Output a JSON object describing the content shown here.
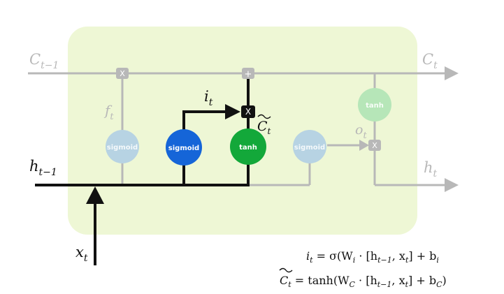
{
  "labels": {
    "c_prev": "C",
    "c_prev_sub": "t−1",
    "c_next": "C",
    "c_next_sub": "t",
    "h_prev": "h",
    "h_prev_sub": "t−1",
    "h_next": "h",
    "h_next_sub": "t",
    "x_in": "x",
    "x_in_sub": "t",
    "f_t": "f",
    "f_t_sub": "t",
    "i_t": "i",
    "i_t_sub": "t",
    "c_tilde": "C",
    "c_tilde_sub": "t",
    "o_t": "o",
    "o_t_sub": "t"
  },
  "nodes": {
    "forget_gate": "sigmoid",
    "input_gate": "sigmoid",
    "candidate": "tanh",
    "output_gate": "sigmoid",
    "output_tanh": "tanh"
  },
  "ops": {
    "forget_mult": "X",
    "cell_add": "+",
    "input_mult": "X",
    "output_mult": "X"
  },
  "equations": {
    "eq1_lhs": "i",
    "eq1_lhs_sub": "t",
    "eq1_rhs": "= σ(W",
    "eq1_w_sub": "i",
    "eq1_mid": " · [h",
    "eq1_h_sub": "t−1",
    "eq1_x": ", x",
    "eq1_x_sub": "t",
    "eq1_end": "]  +  b",
    "eq1_b_sub": "i",
    "eq2_lhs": "C",
    "eq2_lhs_sub": "t",
    "eq2_rhs": "= tanh(W",
    "eq2_w_sub": "C",
    "eq2_mid": " · [h",
    "eq2_h_sub": "t−1",
    "eq2_x": ", x",
    "eq2_x_sub": "t",
    "eq2_end": "] + b",
    "eq2_b_sub": "C",
    "eq2_close": ")"
  },
  "colors": {
    "cell_bg": "#eef7d5",
    "faded_line": "#b8b8b8",
    "dark_line": "#111111",
    "faded_node": "#b7d3e3",
    "active_sigmoid": "#1565d8",
    "active_tanh": "#13a83a",
    "faded_tanh": "#b6e6b8"
  }
}
